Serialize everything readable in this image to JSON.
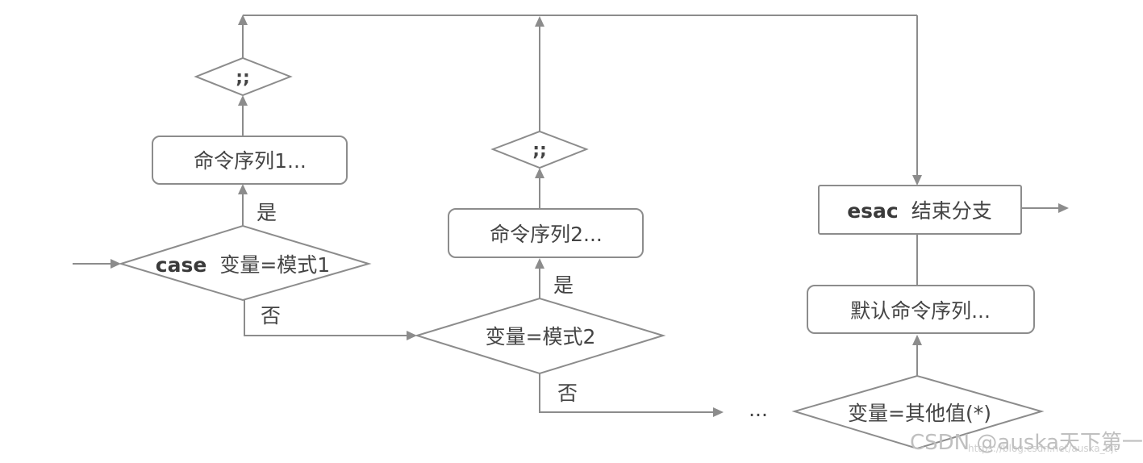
{
  "nodes": {
    "case_decision": {
      "keyword": "case",
      "label": "变量=模式1"
    },
    "cmd_seq1": {
      "label": "命令序列1..."
    },
    "sep1": {
      "label": ";;"
    },
    "decision2": {
      "label": "变量=模式2"
    },
    "cmd_seq2": {
      "label": "命令序列2..."
    },
    "sep2": {
      "label": ";;"
    },
    "ellipsis": {
      "label": "..."
    },
    "decision_default": {
      "label": "变量=其他值(*)"
    },
    "default_cmd": {
      "label": "默认命令序列..."
    },
    "esac": {
      "keyword": "esac",
      "label": "结束分支"
    }
  },
  "edge_labels": {
    "yes1": "是",
    "no1": "否",
    "yes2": "是",
    "no2": "否"
  },
  "watermark": {
    "text": "CSDN @auska天下第一",
    "url": "https://blog.csdn.net/auska_bjt"
  },
  "colors": {
    "stroke": "#8c8c8c",
    "text": "#444444",
    "watermark": "#bfbfbf"
  }
}
